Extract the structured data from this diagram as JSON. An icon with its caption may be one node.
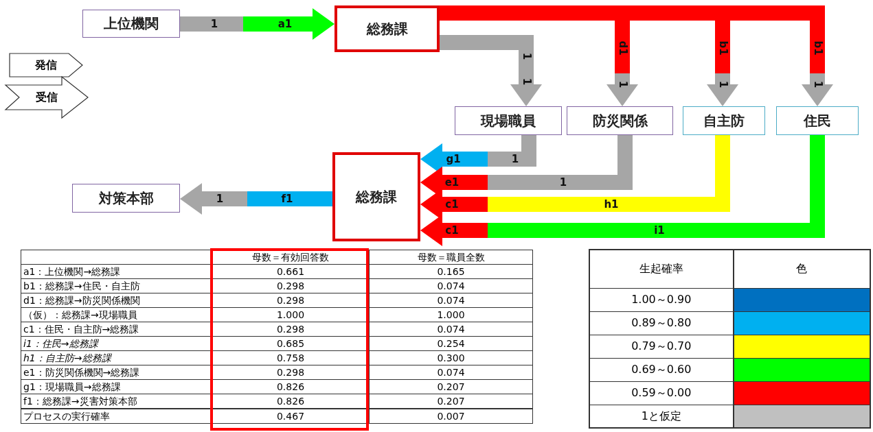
{
  "diagram": {
    "nodes": [
      {
        "text": [
          "上位機関"
        ]
      },
      {
        "text": [
          "総務課"
        ]
      },
      {
        "text": [
          "現場職員"
        ]
      },
      {
        "text": [
          "防災関係"
        ]
      },
      {
        "text": [
          "自主防"
        ]
      },
      {
        "text": [
          "住民"
        ]
      },
      {
        "text": [
          "総務課"
        ]
      },
      {
        "text": [
          "対策本部"
        ]
      }
    ],
    "edges": [
      {
        "from": 0,
        "to": 1,
        "arrow": "to",
        "label": "a1",
        "color": "#a6a6a6"
      },
      {
        "from": 1,
        "to": 2,
        "arrow": "to",
        "label": "1",
        "color": "#a6a6a6"
      },
      {
        "from": 1,
        "to": 3,
        "arrow": "to",
        "label": "1",
        "color": "#ff0000"
      },
      {
        "from": 1,
        "to": 4,
        "arrow": "to",
        "label": "1",
        "color": "#ff0000"
      },
      {
        "from": 1,
        "to": 5,
        "arrow": "to",
        "label": "1",
        "color": "#ff0000"
      },
      {
        "from": 2,
        "to": 6,
        "arrow": "to",
        "label": "g1",
        "color": "#a6a6a6"
      },
      {
        "from": 3,
        "to": 6,
        "arrow": "to",
        "label": "e1",
        "color": "#a6a6a6"
      },
      {
        "from": 4,
        "to": 6,
        "arrow": "to",
        "label": "c1",
        "color": "#ffff00"
      },
      {
        "from": 5,
        "to": 6,
        "arrow": "to",
        "label": "c1",
        "color": "#00ff00"
      },
      {
        "from": 6,
        "to": 7,
        "arrow": "to",
        "label": "1",
        "color": "#00b0f0"
      }
    ],
    "labels": [
      "1",
      "1",
      "d1",
      "b1",
      "b1",
      "1",
      "1",
      "h1",
      "i1",
      "f1",
      "母数＝有効回答数",
      "母数＝職員全数",
      "a1：上位機関→総務課",
      "0.661",
      "0.165",
      "b1：総務課→住民・自主防",
      "0.298",
      "0.074",
      "d1：総務課→防災関係機関",
      "0.298",
      "0.074",
      "（仮）：総務課→現場職員",
      "1.000",
      "1.000",
      "c1：住民・自主防→総務課",
      "0.298",
      "0.074",
      "i1：住民→総務課",
      "0.685",
      "0.254",
      "h1：自主防→総務課",
      "0.758",
      "0.300",
      "e1：防災関係機関→総務課",
      "0.298",
      "0.074",
      "g1：現場職員→総務課",
      "0.826",
      "0.207",
      "f1：総務課→災害対策本部",
      "0.826",
      "0.207",
      "プロセスの実行確率",
      "0.467",
      "0.007",
      "生起確率",
      "色"
    ],
    "legend": [
      {
        "text": "発信"
      },
      {
        "text": "受信"
      },
      {
        "text": "1.00～0.90",
        "color": "#0070c0"
      },
      {
        "text": "0.89～0.80",
        "color": "#00b0f0"
      },
      {
        "text": "0.79～0.70",
        "color": "#ffff00"
      },
      {
        "text": "0.69～0.60",
        "color": "#00ff00"
      },
      {
        "text": "0.59～0.00",
        "color": "#ff0000"
      },
      {
        "text": "1と仮定",
        "color": "#c0c0c0"
      }
    ]
  }
}
